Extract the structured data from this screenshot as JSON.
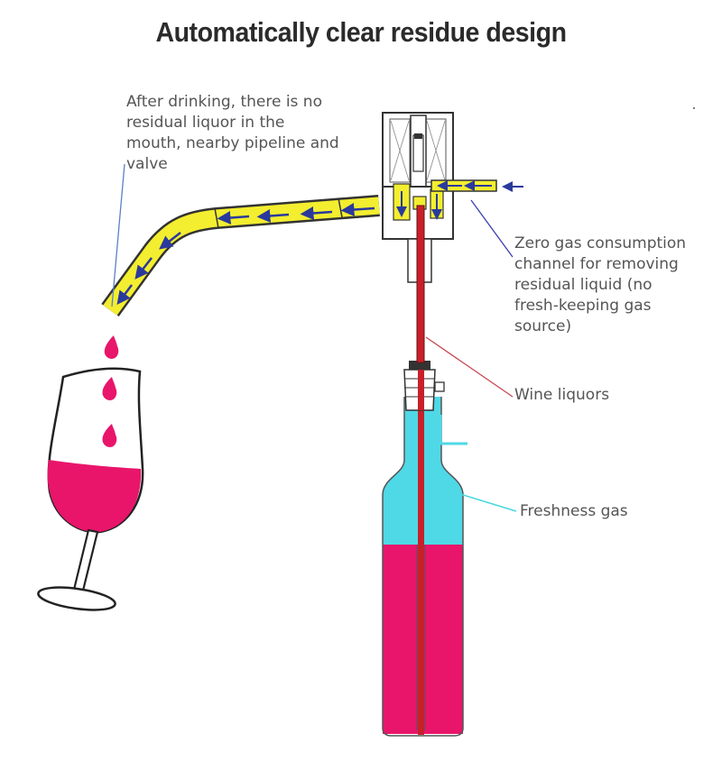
{
  "title": "Automatically clear residue design",
  "labels": {
    "residue": [
      "After drinking, there is no",
      "residual liquor in the",
      "mouth, nearby pipeline and",
      "valve"
    ],
    "zero_gas": [
      "Zero gas consumption",
      "channel for removing",
      "residual liquid (no",
      "fresh-keeping gas",
      "source)"
    ],
    "wine": [
      "Wine liquors"
    ],
    "fresh_gas": [
      "Freshness gas"
    ]
  },
  "colors": {
    "wine": "#e8156b",
    "gas": "#4fd8e6",
    "channel": "#f3ee2f",
    "tube": "#c8202a",
    "arrow": "#2a3a9c",
    "leader_residue": "#5b7fc8",
    "leader_zero_gas": "#3b3fb0",
    "leader_wine": "#c84650",
    "leader_gas": "#47d9e0"
  }
}
